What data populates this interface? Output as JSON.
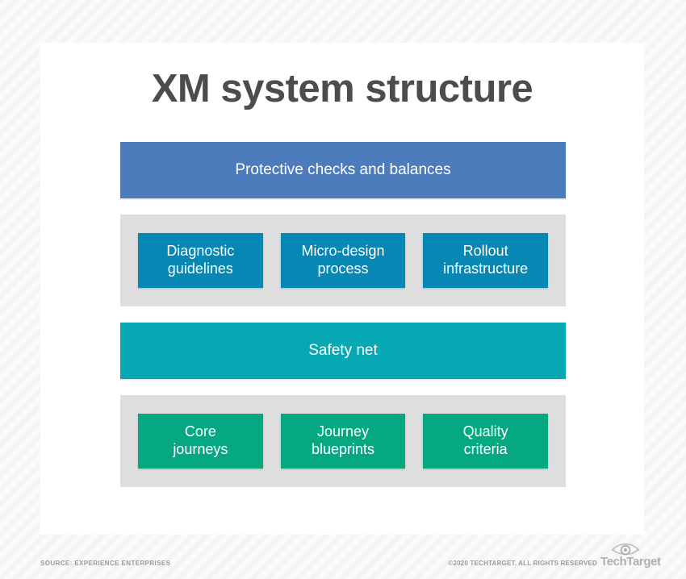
{
  "page": {
    "title": "XM system structure",
    "background_pattern": "diagonal-stripes",
    "card_background": "#ffffff"
  },
  "colors": {
    "band_top": "#4d7cbd",
    "band_middle": "#06a8b4",
    "tile_blue": "#0787b4",
    "tile_green": "#06a881",
    "group_background": "#dedede",
    "title_text": "#4c4c4c",
    "footer_text": "#9a9a9a"
  },
  "diagram": {
    "bands": [
      {
        "label": "Protective checks and balances",
        "color": "#4d7cbd"
      },
      {
        "label": "Safety net",
        "color": "#06a8b4"
      }
    ],
    "groups": [
      {
        "tiles": [
          {
            "label": "Diagnostic\nguidelines"
          },
          {
            "label": "Micro-design\nprocess"
          },
          {
            "label": "Rollout\ninfrastructure"
          }
        ]
      },
      {
        "tiles": [
          {
            "label": "Core\njourneys"
          },
          {
            "label": "Journey\nblueprints"
          },
          {
            "label": "Quality\ncriteria"
          }
        ]
      }
    ]
  },
  "footer": {
    "source": "SOURCE: EXPERIENCE ENTERPRISES",
    "copyright": "©2020 TECHTARGET. ALL RIGHTS RESERVED",
    "logo_text": "TechTarget",
    "logo_icon": "eye-icon"
  }
}
